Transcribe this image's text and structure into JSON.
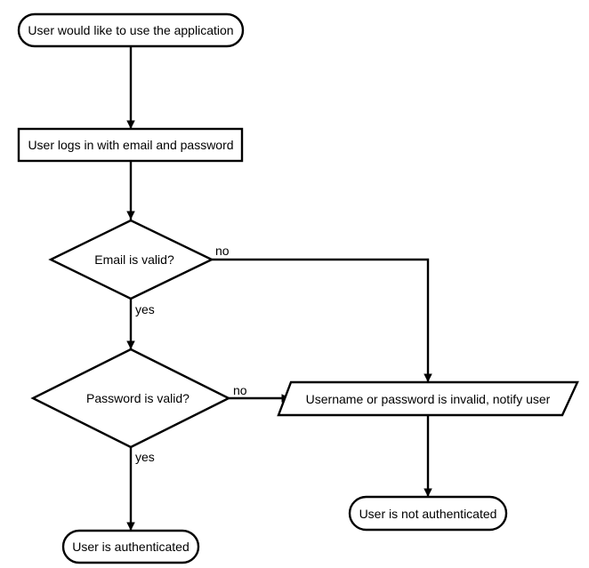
{
  "diagram": {
    "nodes": {
      "start": "User would like to use the application",
      "login": "User logs in with email and password",
      "email_check": "Email is valid?",
      "password_check": "Password is valid?",
      "invalid_notice": "Username or password is invalid, notify user",
      "authenticated": "User is authenticated",
      "not_authenticated": "User is not authenticated"
    },
    "edge_labels": {
      "email_no": "no",
      "email_yes": "yes",
      "password_no": "no",
      "password_yes": "yes"
    }
  }
}
